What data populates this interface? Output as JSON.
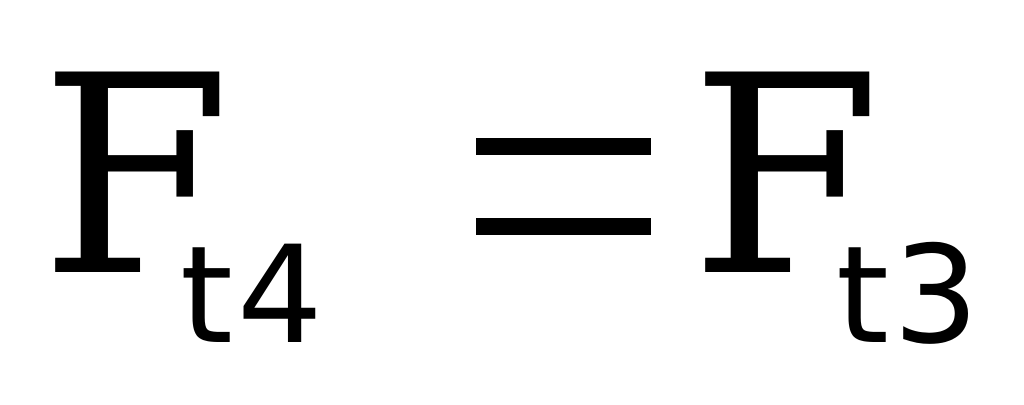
{
  "equation": {
    "lhs": {
      "symbol": "F",
      "subscript": "t4"
    },
    "operator": "=",
    "rhs": {
      "symbol": "F",
      "subscript": "t3"
    }
  }
}
